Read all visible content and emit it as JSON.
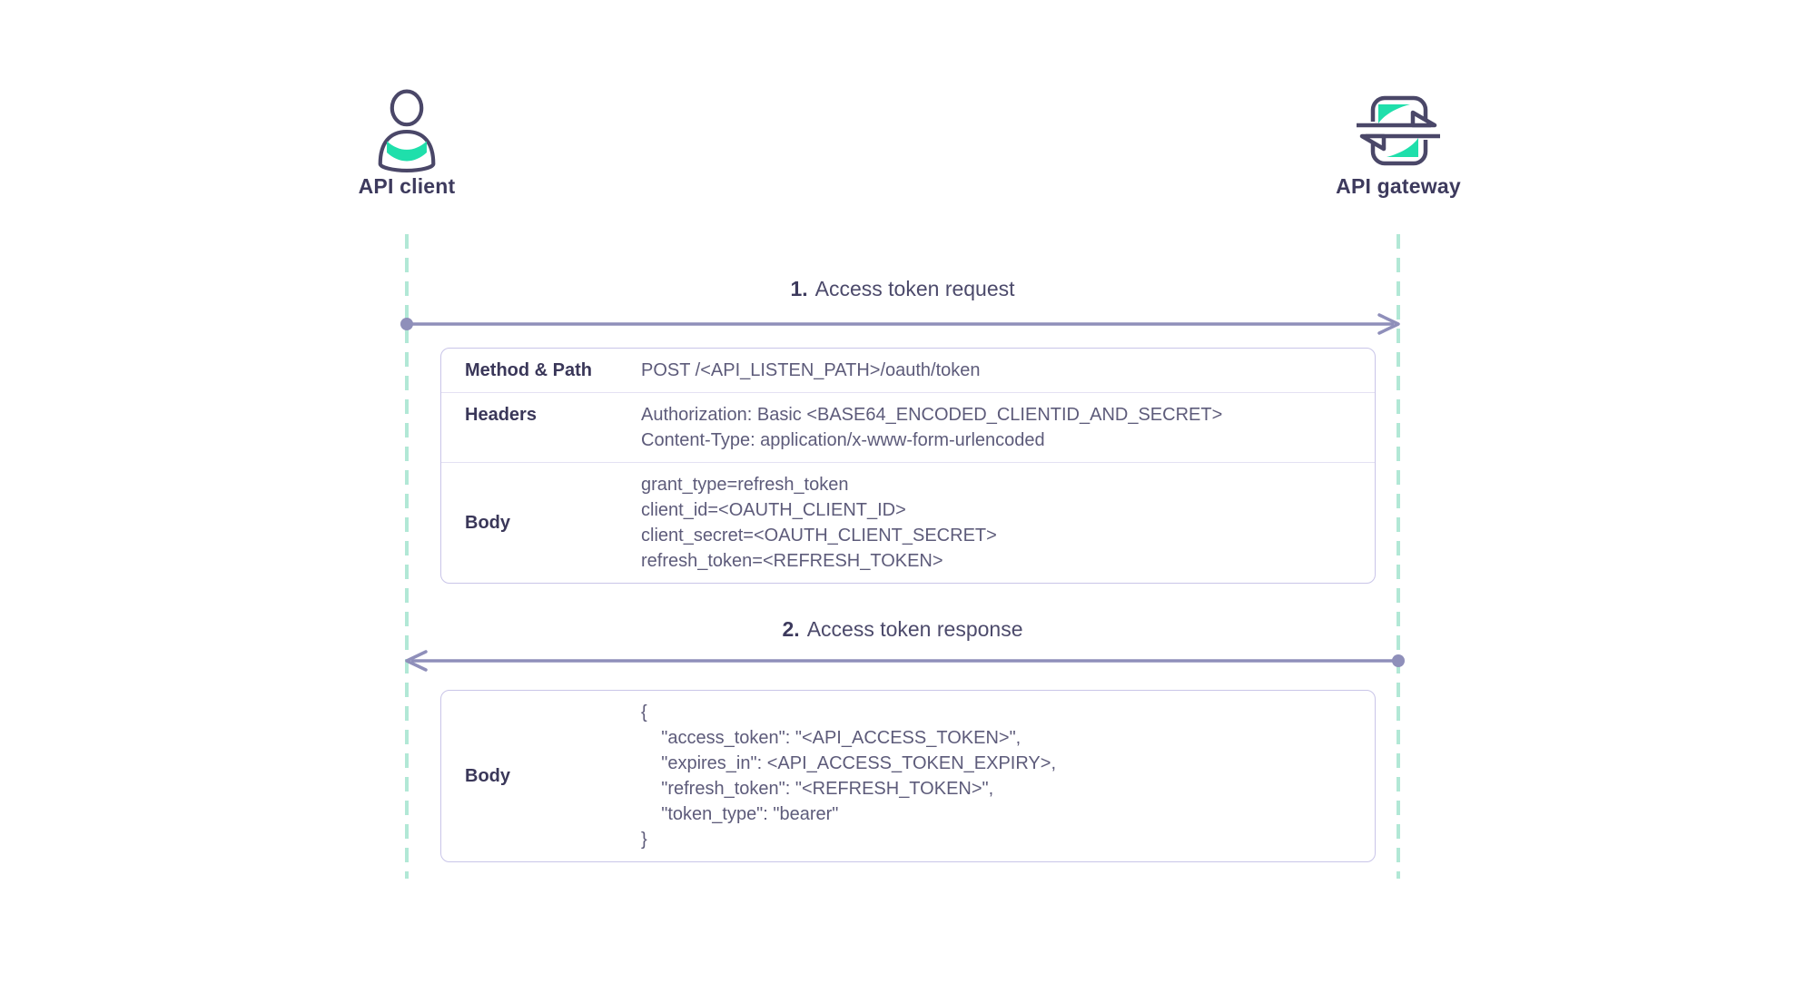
{
  "diagram": {
    "actors": [
      {
        "id": "api-client",
        "label": "API client",
        "icon": "user-icon"
      },
      {
        "id": "api-gateway",
        "label": "API gateway",
        "icon": "gateway-icon"
      }
    ],
    "messages": [
      {
        "number": "1.",
        "title": "Access token request",
        "direction": "client-to-gateway",
        "table": {
          "rows": [
            {
              "label": "Method & Path",
              "lines": [
                "POST /<API_LISTEN_PATH>/oauth/token"
              ]
            },
            {
              "label": "Headers",
              "lines": [
                "Authorization: Basic <BASE64_ENCODED_CLIENTID_AND_SECRET>",
                "Content-Type: application/x-www-form-urlencoded"
              ]
            },
            {
              "label": "Body",
              "lines": [
                "grant_type=refresh_token",
                "client_id=<OAUTH_CLIENT_ID>",
                "client_secret=<OAUTH_CLIENT_SECRET>",
                "refresh_token=<REFRESH_TOKEN>"
              ]
            }
          ]
        }
      },
      {
        "number": "2.",
        "title": "Access token response",
        "direction": "gateway-to-client",
        "table": {
          "rows": [
            {
              "label": "Body",
              "lines": [
                "{",
                "    \"access_token\": \"<API_ACCESS_TOKEN>\",",
                "    \"expires_in\": <API_ACCESS_TOKEN_EXPIRY>,",
                "    \"refresh_token\": \"<REFRESH_TOKEN>\",",
                "    \"token_type\": \"bearer\"",
                "}"
              ]
            }
          ]
        }
      }
    ],
    "colors": {
      "accent_teal": "#1fdfab",
      "navy_text": "#3d3a5d",
      "value_text": "#5d5b7a",
      "arrow": "#8f8fba",
      "lifeline": "#b2e8d6",
      "table_border": "#c9c5e8"
    }
  }
}
